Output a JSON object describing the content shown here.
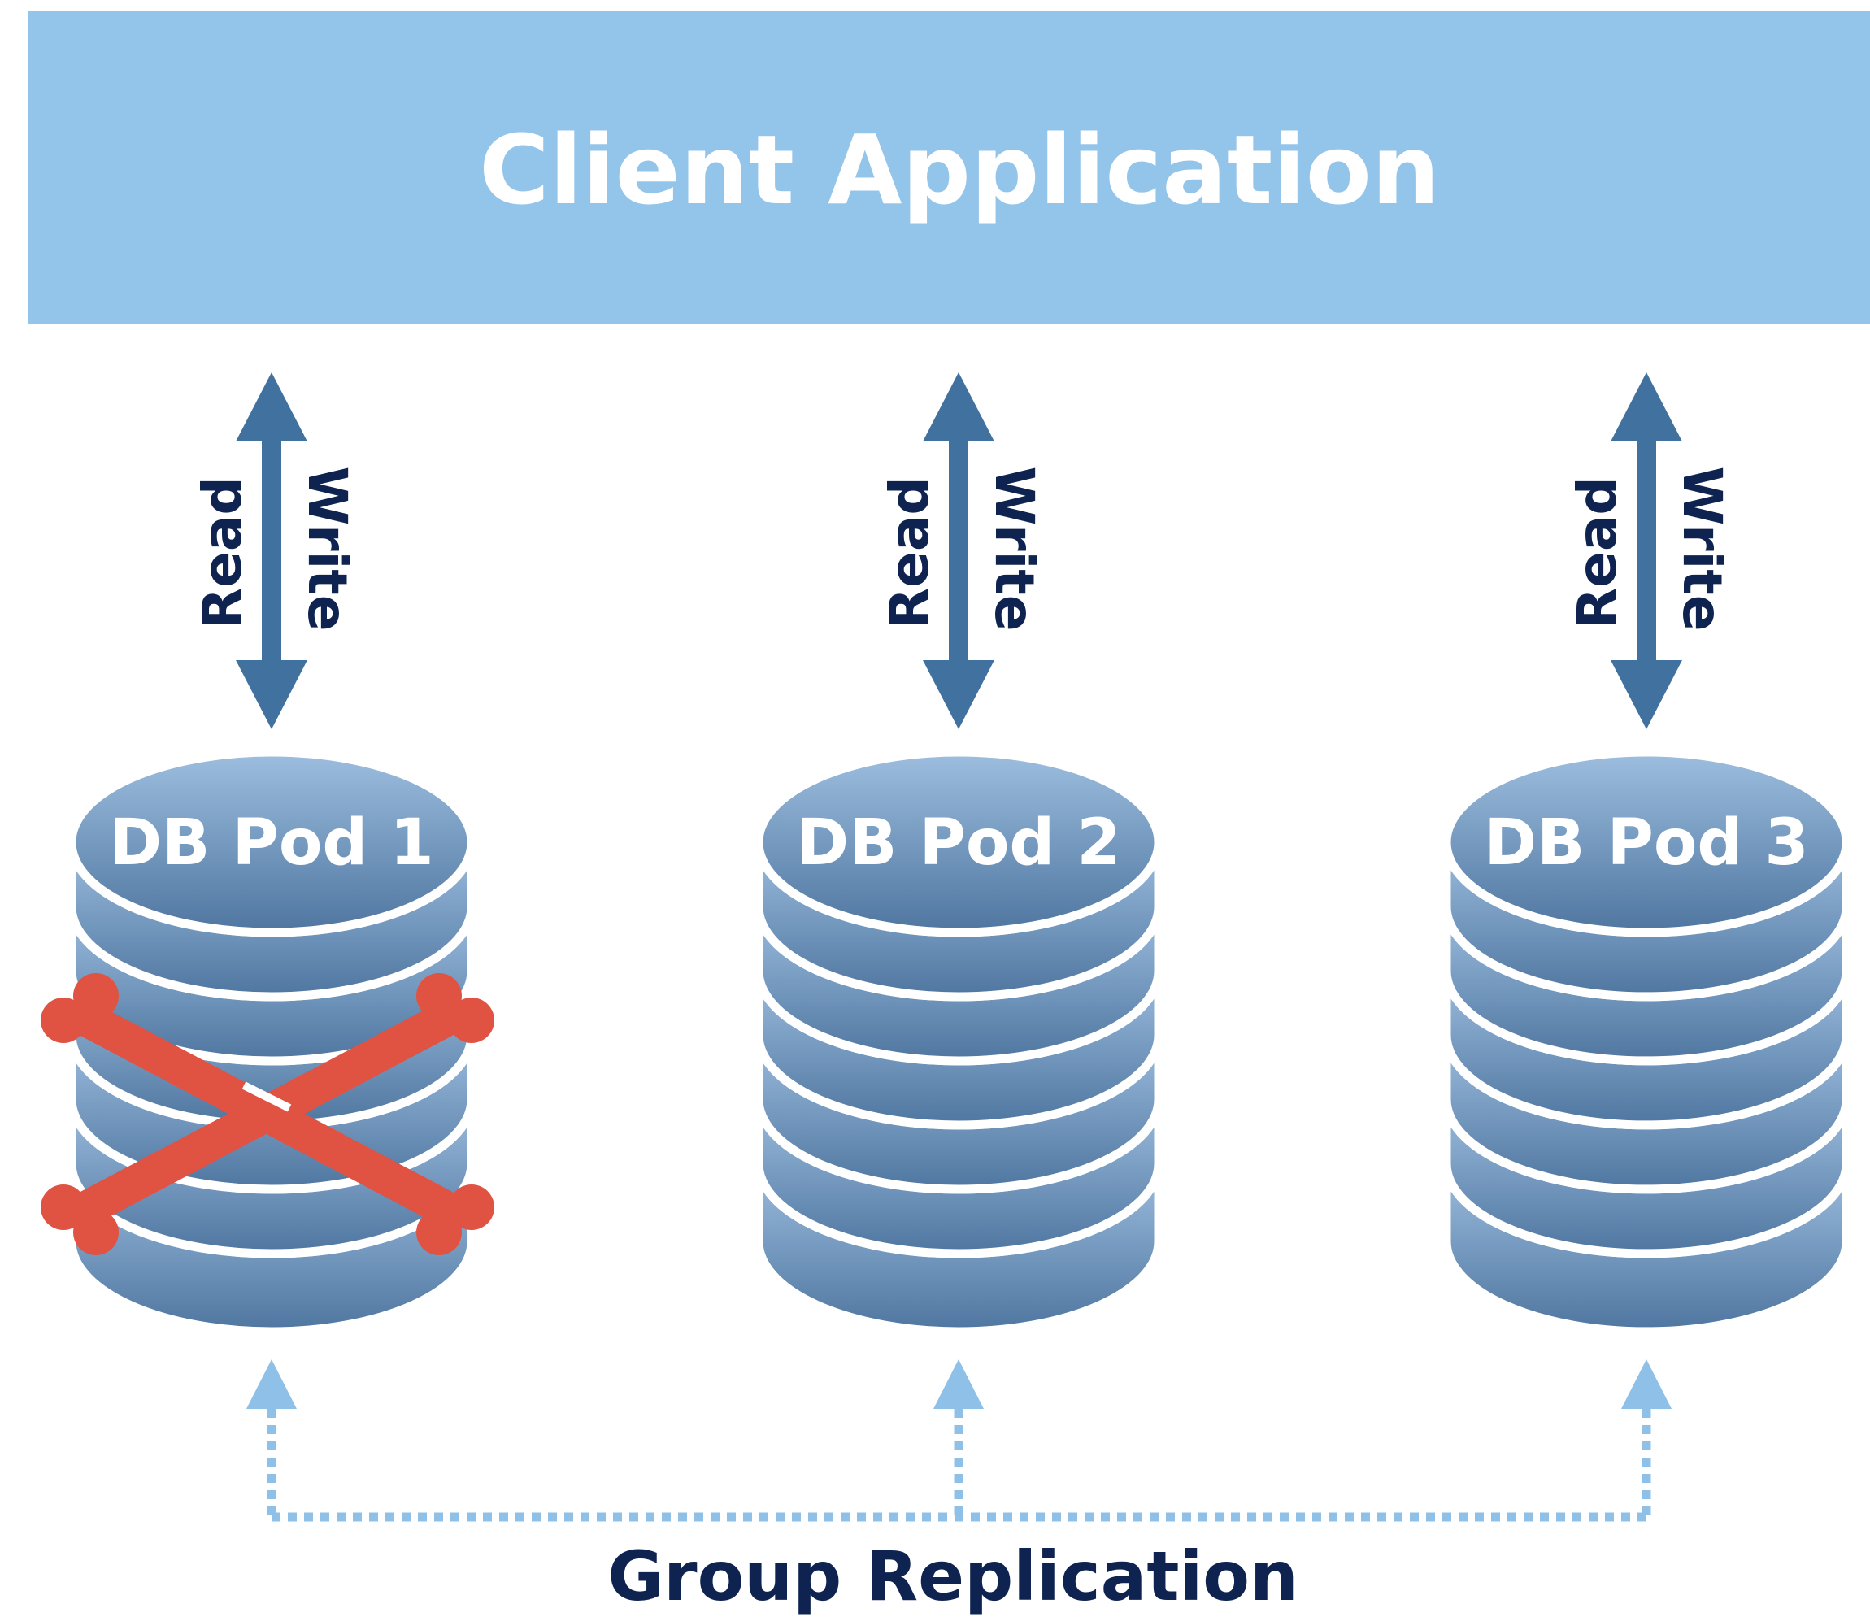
{
  "client": {
    "label": "Client Application"
  },
  "pods": [
    {
      "label": "DB Pod 1",
      "read": "Read",
      "write": "Write",
      "failed": true
    },
    {
      "label": "DB Pod 2",
      "read": "Read",
      "write": "Write",
      "failed": false
    },
    {
      "label": "DB Pod 3",
      "read": "Read",
      "write": "Write",
      "failed": false
    }
  ],
  "replication": {
    "label": "Group Replication"
  },
  "colors": {
    "banner": "#93c4ea",
    "arrow": "#41729f",
    "replication_arrow": "#8fc1e8",
    "db_top": "#9dbedf",
    "db_bottom": "#4f76a0",
    "failed_mark": "#e05242",
    "text_dark": "#0e2350",
    "text_light": "#ffffff"
  },
  "icons": {
    "rw_arrow": "double-headed-vertical-arrow",
    "database": "database-stack-icon",
    "failure": "crossbones-icon",
    "replication_arrow": "dotted-up-arrow"
  }
}
